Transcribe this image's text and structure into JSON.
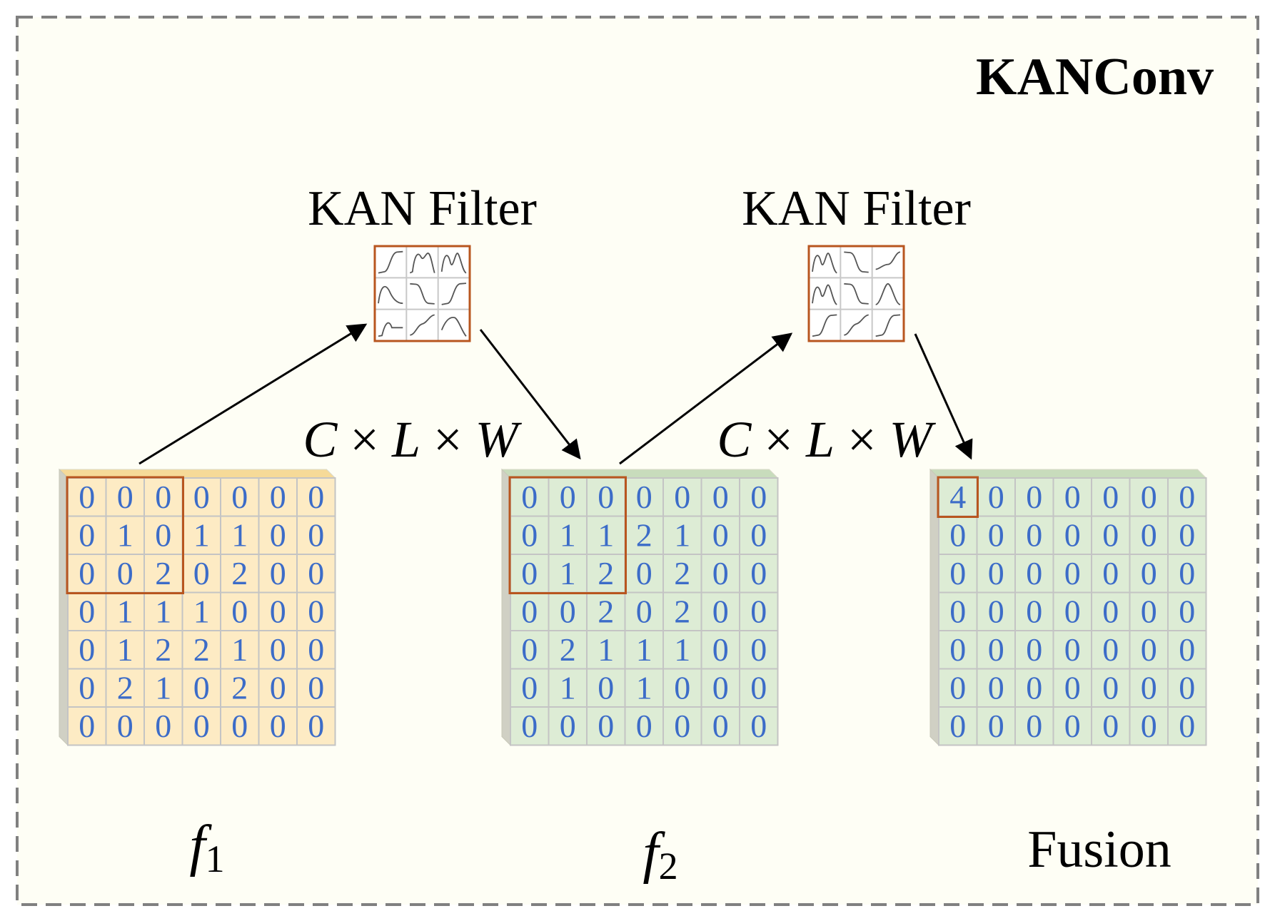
{
  "title": "KANConv",
  "filter_label": "KAN Filter",
  "dims_label": {
    "c": "C",
    "l": "L",
    "w": "W",
    "times": "×"
  },
  "colors": {
    "frame_bg": "#fefef5",
    "frame_border": "#808080",
    "grid_yellow": "#fdebc4",
    "grid_yellow_top": "#f6da98",
    "grid_green": "#ddecd5",
    "grid_green_top": "#c8dcbc",
    "cell_line": "#c4c4c4",
    "digit": "#3c6cc8",
    "highlight": "#b8561f",
    "filter_line": "#c8c8c8",
    "curve": "#555555",
    "arrow": "#000000"
  },
  "grids": [
    {
      "id": "f1",
      "label_main": "f",
      "label_sub": "1",
      "theme": "yellow",
      "highlight_size": 3,
      "rows": [
        [
          "0",
          "0",
          "0",
          "0",
          "0",
          "0",
          "0"
        ],
        [
          "0",
          "1",
          "0",
          "1",
          "1",
          "0",
          "0"
        ],
        [
          "0",
          "0",
          "2",
          "0",
          "2",
          "0",
          "0"
        ],
        [
          "0",
          "1",
          "1",
          "1",
          "0",
          "0",
          "0"
        ],
        [
          "0",
          "1",
          "2",
          "2",
          "1",
          "0",
          "0"
        ],
        [
          "0",
          "2",
          "1",
          "0",
          "2",
          "0",
          "0"
        ],
        [
          "0",
          "0",
          "0",
          "0",
          "0",
          "0",
          "0"
        ]
      ]
    },
    {
      "id": "f2",
      "label_main": "f",
      "label_sub": "2",
      "theme": "green",
      "highlight_size": 3,
      "rows": [
        [
          "0",
          "0",
          "0",
          "0",
          "0",
          "0",
          "0"
        ],
        [
          "0",
          "1",
          "1",
          "2",
          "1",
          "0",
          "0"
        ],
        [
          "0",
          "1",
          "2",
          "0",
          "2",
          "0",
          "0"
        ],
        [
          "0",
          "0",
          "2",
          "0",
          "2",
          "0",
          "0"
        ],
        [
          "0",
          "2",
          "1",
          "1",
          "1",
          "0",
          "0"
        ],
        [
          "0",
          "1",
          "0",
          "1",
          "0",
          "0",
          "0"
        ],
        [
          "0",
          "0",
          "0",
          "0",
          "0",
          "0",
          "0"
        ]
      ]
    },
    {
      "id": "fusion",
      "label_main": "Fusion",
      "label_sub": "",
      "theme": "green",
      "highlight_size": 1,
      "rows": [
        [
          "4",
          "0",
          "0",
          "0",
          "0",
          "0",
          "0"
        ],
        [
          "0",
          "0",
          "0",
          "0",
          "0",
          "0",
          "0"
        ],
        [
          "0",
          "0",
          "0",
          "0",
          "0",
          "0",
          "0"
        ],
        [
          "0",
          "0",
          "0",
          "0",
          "0",
          "0",
          "0"
        ],
        [
          "0",
          "0",
          "0",
          "0",
          "0",
          "0",
          "0"
        ],
        [
          "0",
          "0",
          "0",
          "0",
          "0",
          "0",
          "0"
        ],
        [
          "0",
          "0",
          "0",
          "0",
          "0",
          "0",
          "0"
        ]
      ]
    }
  ],
  "filters": [
    {
      "id": "filter-1",
      "curves": [
        "s-rise",
        "double-bump",
        "m-wave",
        "n-s",
        "s-fall",
        "s-rise",
        "bump-low",
        "wave-s",
        "hump-fall"
      ]
    },
    {
      "id": "filter-2",
      "curves": [
        "m-wave",
        "s-fall",
        "bump-rise",
        "m-wave",
        "s-fall",
        "bump",
        "s-rise",
        "wave-s",
        "s-rise"
      ]
    }
  ]
}
